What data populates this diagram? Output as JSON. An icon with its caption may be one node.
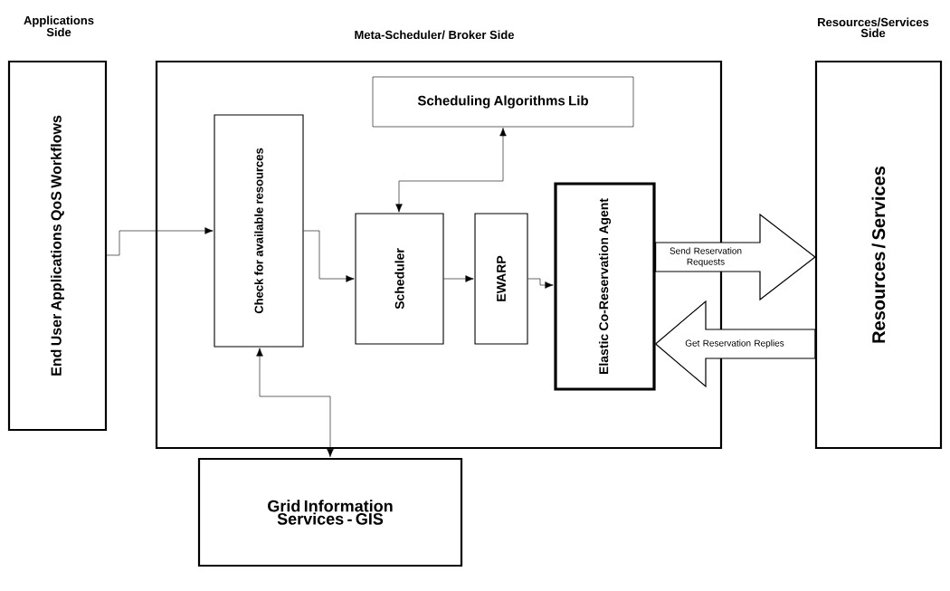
{
  "diagram": {
    "nodes": [
      {
        "text": [
          "Applications Side",
          "End User Applications QoS Workflows"
        ]
      },
      {
        "text": [
          "Meta-Scheduler/ Broker Side"
        ]
      },
      {
        "text": [
          "Check for available resources"
        ],
        "in": 1
      },
      {
        "text": [
          "Scheduling Algorithms Lib"
        ],
        "in": 1
      },
      {
        "text": [
          "Scheduler"
        ],
        "in": 1
      },
      {
        "text": [
          "EWARP"
        ],
        "in": 1
      },
      {
        "text": [
          "Elastic Co-Reservation Agent"
        ],
        "in": 1
      },
      {
        "text": [
          "Resources/Services Side",
          "Resources / Services"
        ]
      },
      {
        "text": [
          "Grid Information Services - GIS"
        ]
      }
    ],
    "edges": [
      {
        "from": 0,
        "to": 2,
        "arrow": "to"
      },
      {
        "from": 2,
        "to": 4,
        "arrow": "to"
      },
      {
        "from": 4,
        "to": 3,
        "arrow": "both"
      },
      {
        "from": 4,
        "to": 5,
        "arrow": "to"
      },
      {
        "from": 5,
        "to": 6,
        "arrow": "to"
      },
      {
        "from": 2,
        "to": 8,
        "arrow": "both"
      },
      {
        "from": 6,
        "to": 7,
        "arrow": "to",
        "label": "Send Reservation Requests",
        "style": "thick"
      },
      {
        "from": 7,
        "to": 6,
        "arrow": "to",
        "label": "Get Reservation Replies",
        "style": "thick"
      }
    ]
  }
}
